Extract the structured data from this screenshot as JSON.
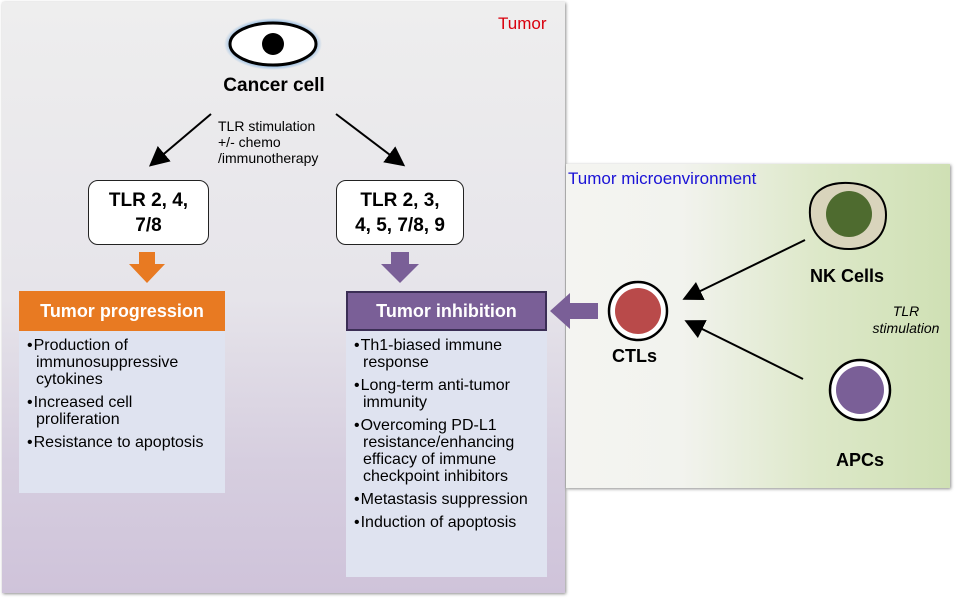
{
  "tumor_label": "Tumor",
  "tme_label": "Tumor microenvironment",
  "cancer_cell": "Cancer cell",
  "stimulation_text": [
    "TLR stimulation",
    "+/- chemo",
    "/immunotherapy"
  ],
  "left_branch": {
    "tlr": "TLR 2, 4,\n7/8",
    "header": "Tumor progression",
    "header_color": "#e87a22",
    "items": [
      "Production of immunosuppressive cytokines",
      "Increased cell proliferation",
      "Resistance to apoptosis"
    ]
  },
  "right_branch": {
    "tlr": "TLR 2, 3,\n4, 5, 7/8, 9",
    "header": "Tumor inhibition",
    "header_color": "#7a5f97",
    "items": [
      "Th1-biased immune response",
      "Long-term anti-tumor immunity",
      "Overcoming PD-L1 resistance/enhancing efficacy of immune checkpoint inhibitors",
      "Metastasis suppression",
      "Induction of apoptosis"
    ]
  },
  "cells": {
    "ctl": "CTLs",
    "nk": "NK Cells",
    "apc": "APCs",
    "tlr_stimulation": "TLR\nstimulation"
  },
  "colors": {
    "orange": "#e87a22",
    "purple": "#7a5f97",
    "ctl_fill": "#b94a4a",
    "nk_fill": "#4e6b2f",
    "apc_fill": "#7a5f97"
  }
}
